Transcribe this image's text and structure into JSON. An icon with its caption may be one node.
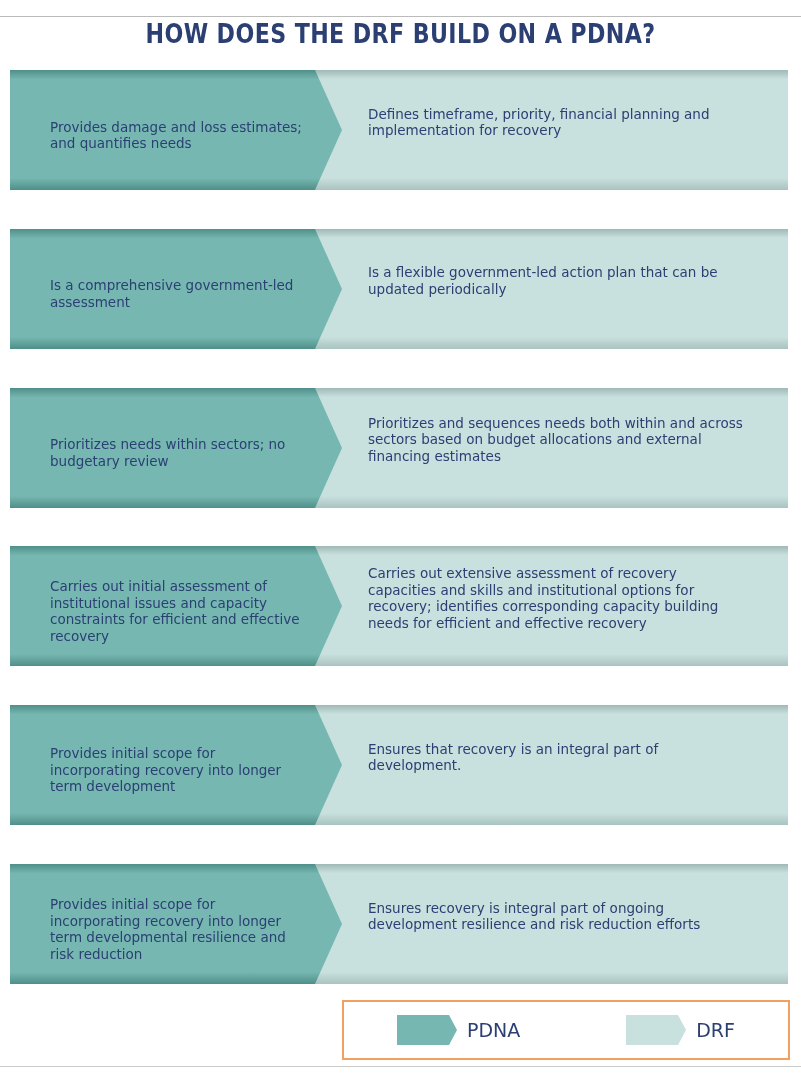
{
  "diagram": {
    "title": "HOW DOES THE DRF BUILD ON A PDNA?",
    "nodes": [
      {
        "text": [
          "Provides damage and loss estimates; and quantifies needs"
        ]
      },
      {
        "text": [
          "Defines timeframe, priority, financial planning and implementation for recovery"
        ]
      },
      {
        "text": [
          "Is a comprehensive government-led assessment"
        ]
      },
      {
        "text": [
          "Is a flexible government-led action plan that can be updated periodically"
        ]
      },
      {
        "text": [
          "Prioritizes needs within sectors; no budgetary review"
        ]
      },
      {
        "text": [
          "Prioritizes and sequences needs both within and across sectors based on budget allocations and external financing estimates"
        ]
      },
      {
        "text": [
          "Carries out initial assessment of institutional issues and capacity constraints for efficient and effective recovery"
        ]
      },
      {
        "text": [
          "Carries out extensive assessment of recovery capacities and skills and institutional options for recovery; identifies corresponding capacity building needs for efficient and effective recovery"
        ]
      },
      {
        "text": [
          "Provides initial scope for incorporating recovery into longer term development"
        ]
      },
      {
        "text": [
          "Ensures that recovery is an integral part of development."
        ]
      },
      {
        "text": [
          "Provides initial scope for incorporating recovery into longer term developmental resilience and risk reduction"
        ]
      },
      {
        "text": [
          "Ensures recovery is integral part of ongoing development resilience and risk reduction efforts"
        ]
      }
    ],
    "legend": [
      {
        "text": "PDNA",
        "color": "#76b8b1"
      },
      {
        "text": "DRF",
        "color": "#c8e0de"
      }
    ]
  }
}
